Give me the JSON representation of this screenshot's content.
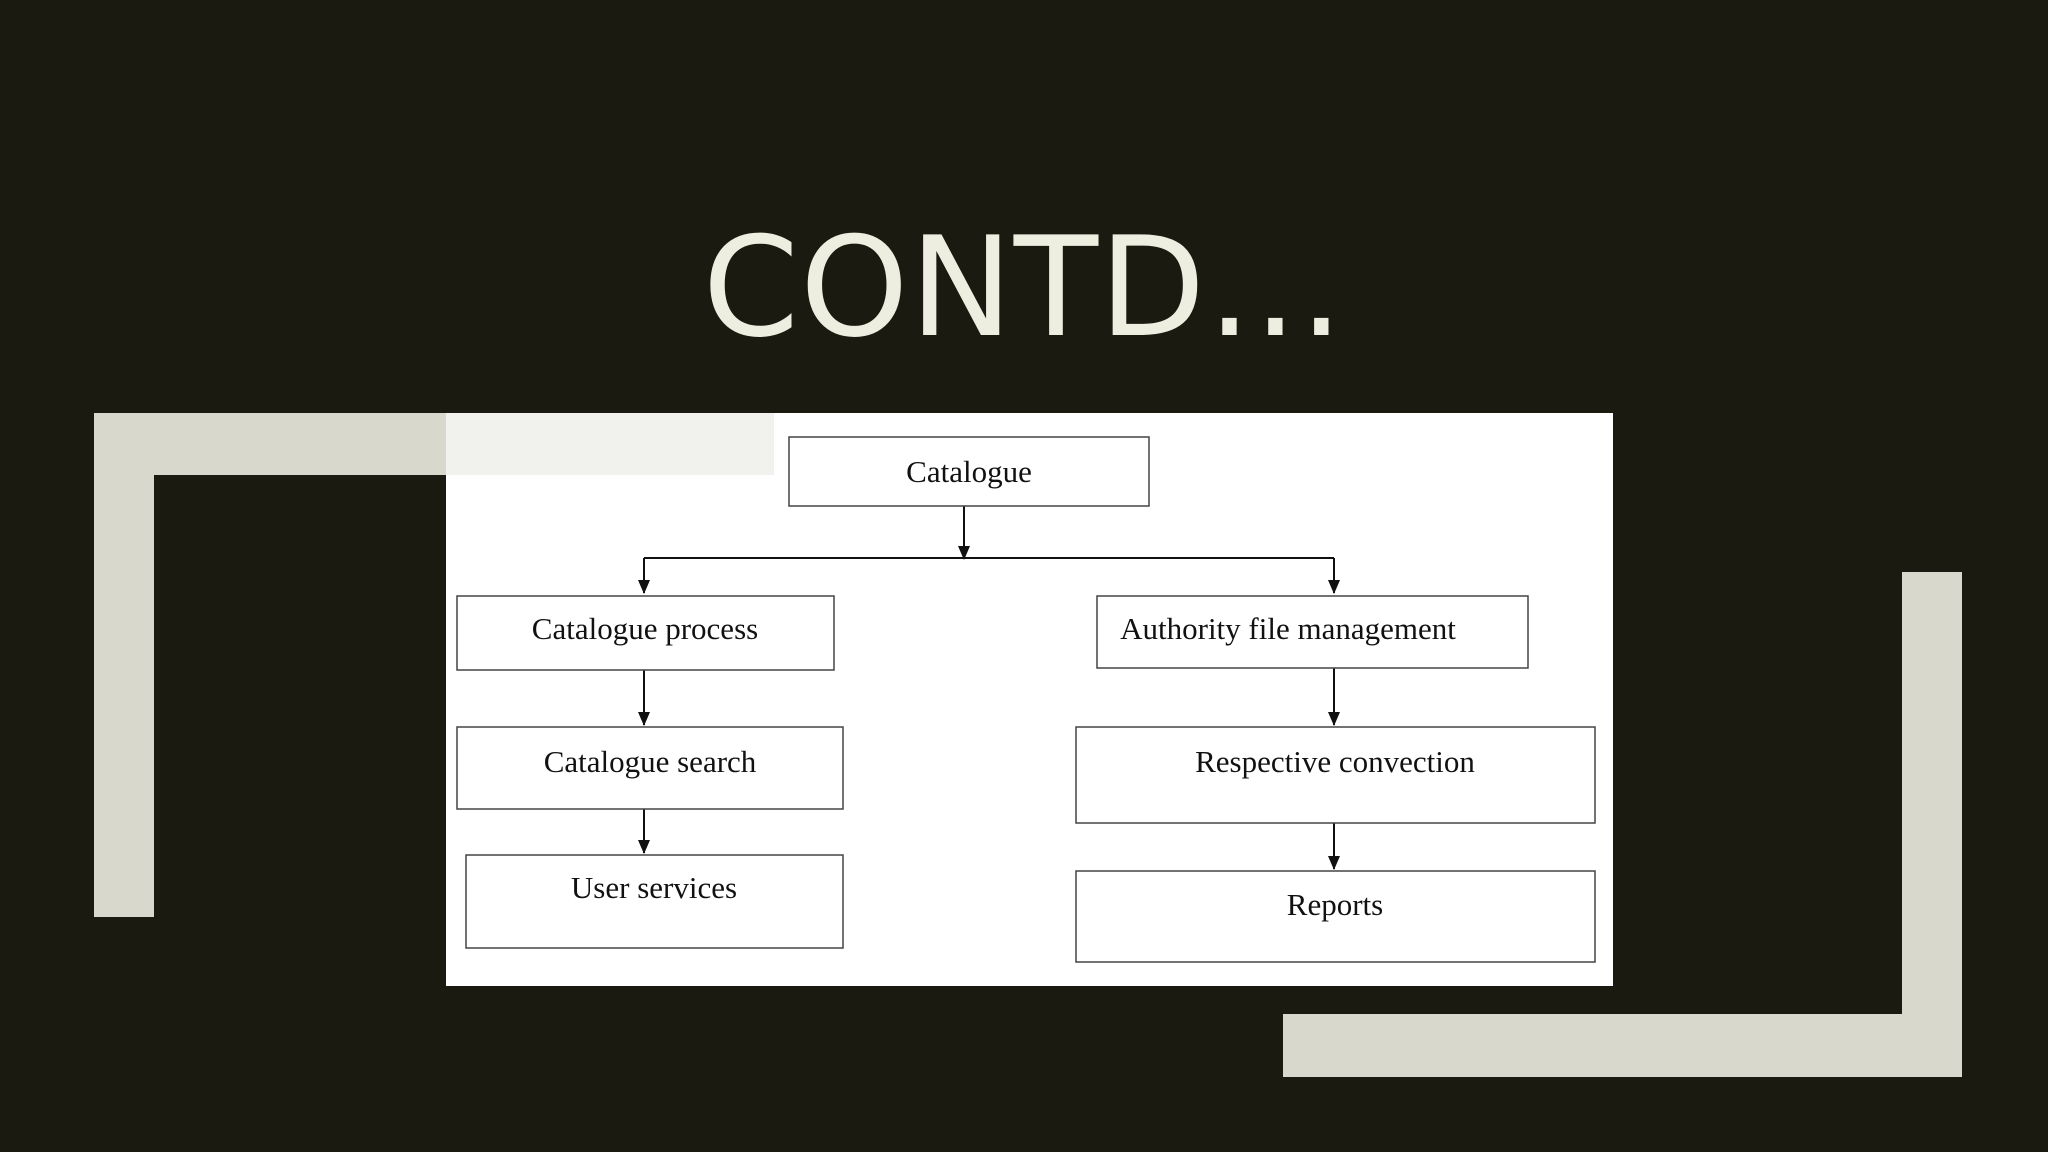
{
  "slide": {
    "title": "CONTD…"
  },
  "colors": {
    "background": "#1a1a10",
    "title_text": "#eeeee0",
    "bracket": "#d8d8cc",
    "diagram_background": "#ffffff"
  },
  "diagram": {
    "nodes": {
      "catalogue": "Catalogue",
      "catalogue_process": "Catalogue process",
      "authority_file_management": "Authority file management",
      "catalogue_search": "Catalogue search",
      "respective_convection": "Respective convection",
      "user_services": "User services",
      "reports": "Reports"
    },
    "edges": [
      [
        "catalogue",
        "catalogue_process"
      ],
      [
        "catalogue",
        "authority_file_management"
      ],
      [
        "catalogue_process",
        "catalogue_search"
      ],
      [
        "catalogue_search",
        "user_services"
      ],
      [
        "authority_file_management",
        "respective_convection"
      ],
      [
        "respective_convection",
        "reports"
      ]
    ]
  }
}
